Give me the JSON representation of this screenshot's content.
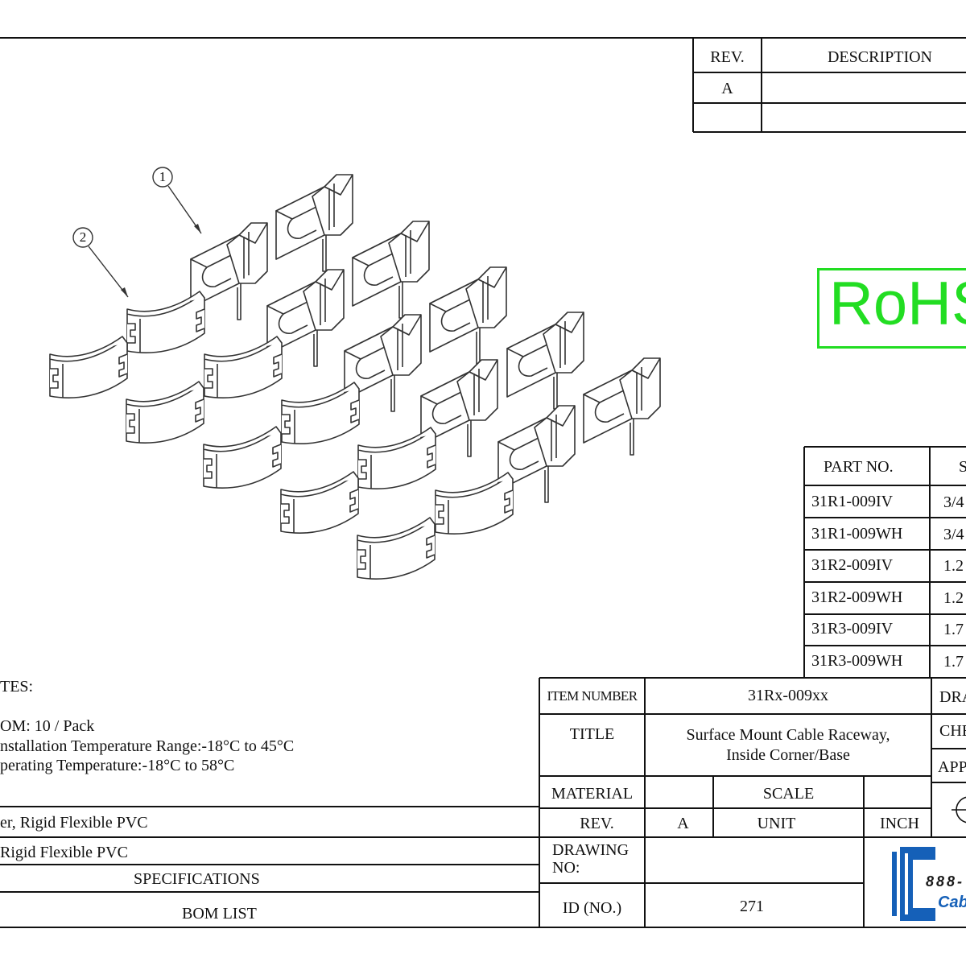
{
  "revision_block": {
    "rev_header": "REV.",
    "description_header": "DESCRIPTION",
    "rev_value": "A"
  },
  "balloons": [
    "1",
    "2"
  ],
  "rohs": {
    "text": "RoHS",
    "color": "#22dd22"
  },
  "parts_table": {
    "header_part": "PART NO.",
    "header_size": "S",
    "rows": [
      {
        "part": "31R1-009IV",
        "size": "3/4"
      },
      {
        "part": "31R1-009WH",
        "size": "3/4"
      },
      {
        "part": "31R2-009IV",
        "size": "1.2"
      },
      {
        "part": "31R2-009WH",
        "size": "1.2"
      },
      {
        "part": "31R3-009IV",
        "size": "1.7"
      },
      {
        "part": "31R3-009WH",
        "size": "1.7"
      }
    ]
  },
  "notes": {
    "heading": "TES:",
    "lines": [
      "OM: 10 / Pack",
      "nstallation Temperature Range:-18°C to 45°C",
      "perating Temperature:-18°C to 58°C"
    ]
  },
  "bom": {
    "row1": "er, Rigid Flexible PVC",
    "row2": "Rigid Flexible PVC",
    "specifications": "SPECIFICATIONS",
    "bom_list": "BOM LIST"
  },
  "title_block": {
    "item_number_label": "ITEM NUMBER",
    "item_number_value": "31Rx-009xx",
    "title_label": "TITLE",
    "title_line1": "Surface Mount Cable Raceway,",
    "title_line2": "Inside Corner/Base",
    "material_label": "MATERIAL",
    "scale_label": "SCALE",
    "rev_label": "REV.",
    "rev_value": "A",
    "unit_label": "UNIT",
    "unit_value": "INCH",
    "drawing_no_line1": "DRAWING",
    "drawing_no_line2": "NO:",
    "id_label": "ID (NO.)",
    "id_value": "271",
    "drawn_label": "DRA",
    "checked_label": "CHE",
    "approved_label": "APP"
  },
  "logo": {
    "number": "888-",
    "name": "Cab",
    "color": "#1560b8"
  }
}
